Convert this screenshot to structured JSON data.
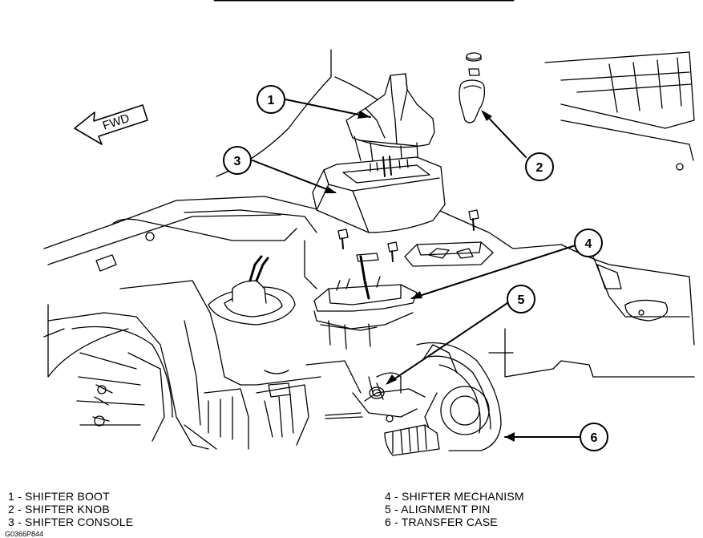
{
  "callouts": [
    "1",
    "2",
    "3",
    "4",
    "5",
    "6"
  ],
  "fwd_label": "FWD",
  "legend": {
    "left": [
      "1 - SHIFTER BOOT",
      "2 - SHIFTER KNOB",
      "3 - SHIFTER CONSOLE"
    ],
    "right": [
      "4 - SHIFTER MECHANISM",
      "5 - ALIGNMENT PIN",
      "6 - TRANSFER CASE"
    ]
  },
  "figure_code": "G0366P844"
}
